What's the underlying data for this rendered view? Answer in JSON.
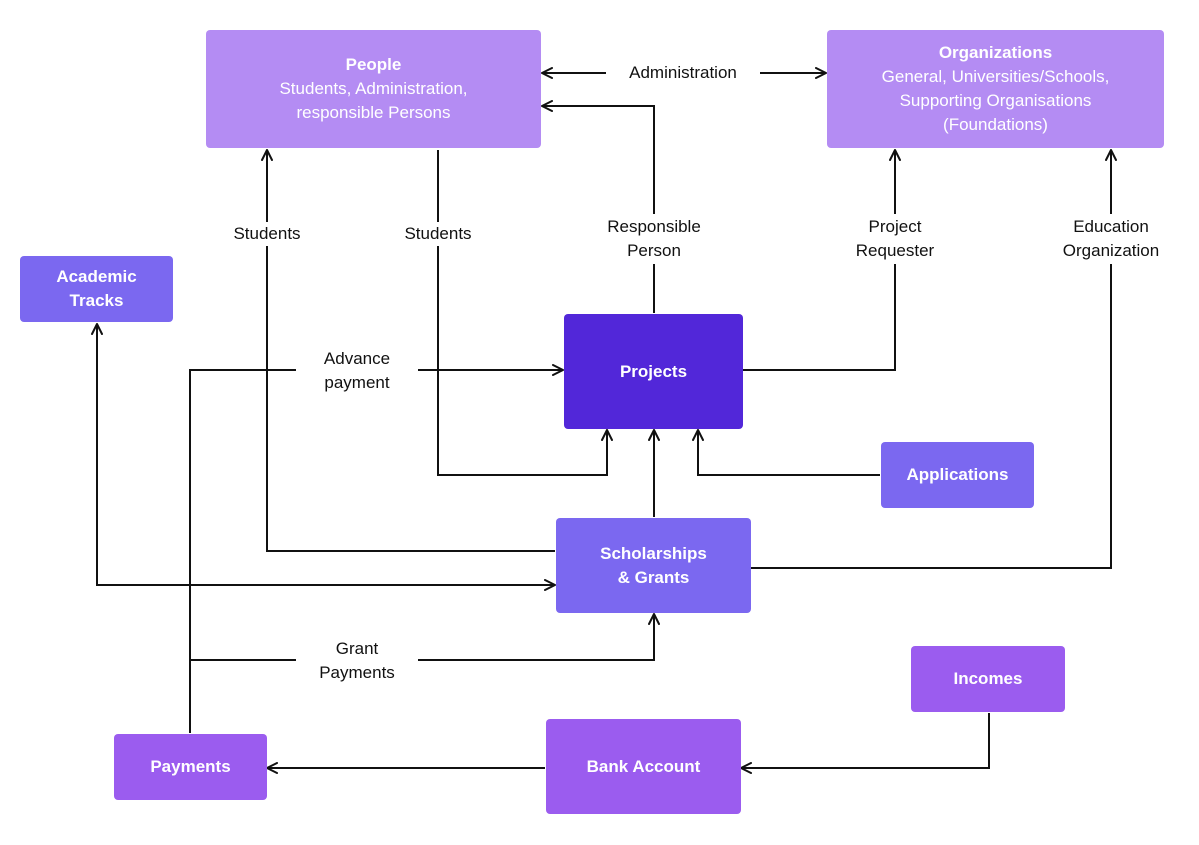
{
  "colors": {
    "light_lavender": "#b48cf3",
    "medium_purple": "#7b68f0",
    "deep_indigo": "#5227d9",
    "violet": "#9b5cef",
    "line": "#111111",
    "box_text": "#ffffff",
    "label_text": "#111111"
  },
  "nodes": {
    "people": {
      "title": "People",
      "line1": "Students, Administration,",
      "line2": "responsible Persons"
    },
    "organizations": {
      "title": "Organizations",
      "line1": "General, Universities/Schools,",
      "line2": "Supporting Organisations",
      "line3": "(Foundations)"
    },
    "academic_tracks": {
      "line1": "Academic",
      "line2": "Tracks"
    },
    "projects": {
      "title": "Projects"
    },
    "applications": {
      "title": "Applications"
    },
    "scholarships": {
      "line1": "Scholarships",
      "line2": "& Grants"
    },
    "incomes": {
      "title": "Incomes"
    },
    "bank_account": {
      "title": "Bank Account"
    },
    "payments": {
      "title": "Payments"
    }
  },
  "edge_labels": {
    "administration": "Administration",
    "students_left": "Students",
    "students_mid": "Students",
    "responsible_person": {
      "line1": "Responsible",
      "line2": "Person"
    },
    "project_requester": {
      "line1": "Project",
      "line2": "Requester"
    },
    "education_organization": {
      "line1": "Education",
      "line2": "Organization"
    },
    "advance_payment": {
      "line1": "Advance",
      "line2": "payment"
    },
    "grant_payments": {
      "line1": "Grant",
      "line2": "Payments"
    }
  }
}
